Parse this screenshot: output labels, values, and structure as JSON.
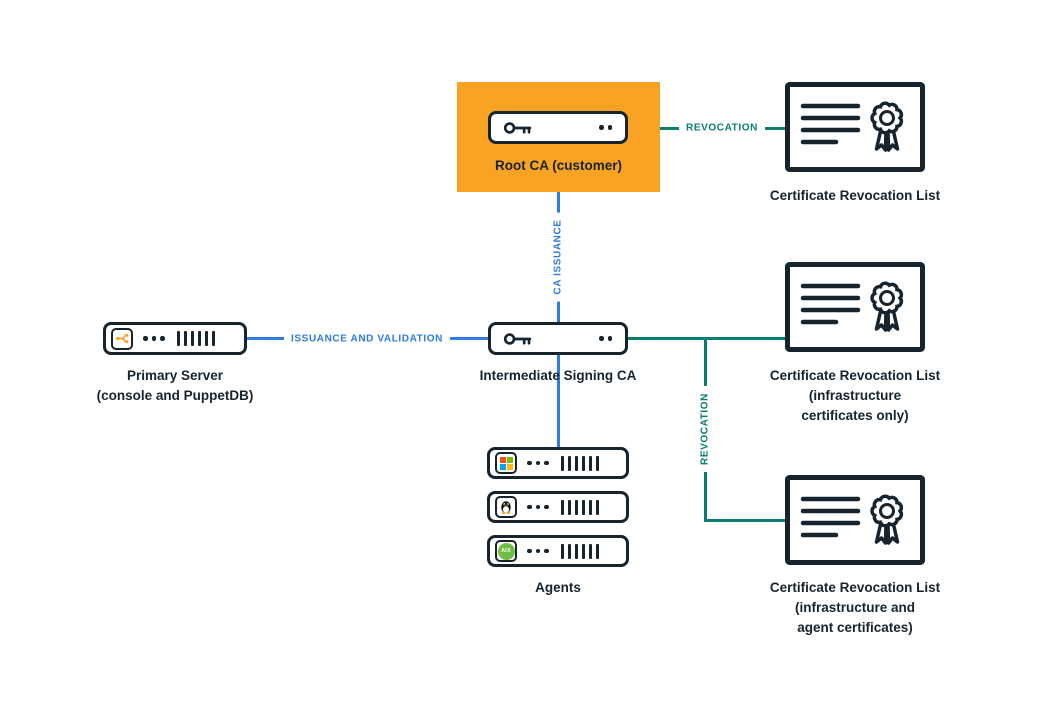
{
  "colors": {
    "accent_orange": "#F9A325",
    "ink_navy": "#17242E",
    "edge_blue": "#2E7CE0",
    "edge_teal": "#077E6E",
    "aix_green": "#6CBE45"
  },
  "nodes": {
    "root_ca": {
      "label": "Root CA (customer)"
    },
    "crl_top": {
      "label": "Certificate Revocation List"
    },
    "primary_server": {
      "line1": "Primary Server",
      "line2": "(console and PuppetDB)"
    },
    "intermediate_ca": {
      "label": "Intermediate Signing CA"
    },
    "agents": {
      "label": "Agents",
      "os": [
        "Windows",
        "Linux",
        "AIX"
      ],
      "aix_text": "AIX"
    },
    "crl_middle": {
      "line1": "Certificate Revocation List",
      "line2": "(infrastructure",
      "line3": "certificates only)"
    },
    "crl_bottom": {
      "line1": "Certificate Revocation List",
      "line2": "(infrastructure and",
      "line3": "agent certificates)"
    }
  },
  "edges": {
    "root_to_crl": {
      "label": "REVOCATION"
    },
    "root_to_intermediate": {
      "label": "CA ISSUANCE"
    },
    "primary_to_intermediate": {
      "label": "ISSUANCE AND VALIDATION"
    },
    "intermediate_to_crls": {
      "label": "REVOCATION"
    }
  }
}
